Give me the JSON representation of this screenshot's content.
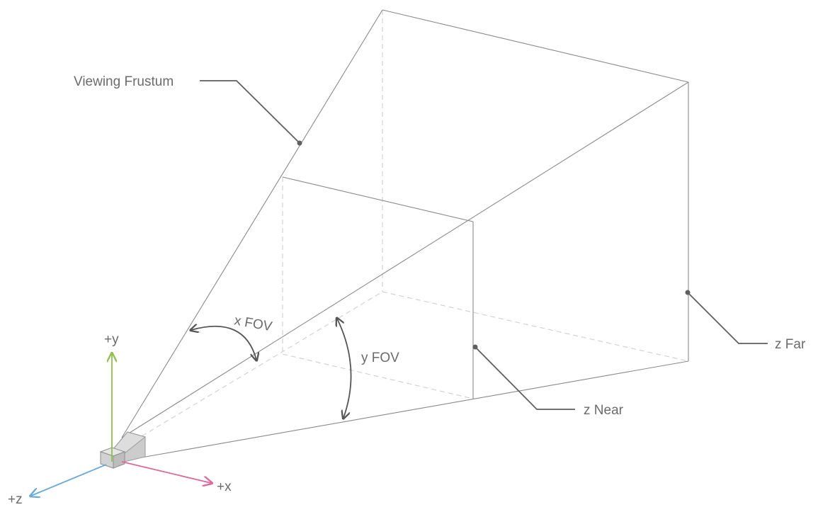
{
  "labels": {
    "viewing_frustum": "Viewing Frustum",
    "x_fov": "x FOV",
    "y_fov": "y FOV",
    "z_near": "z Near",
    "z_far": "z Far",
    "axis_y": "+y",
    "axis_x": "+x",
    "axis_z": "+z"
  },
  "colors": {
    "axis_y": "#8fbf4d",
    "axis_x": "#e0679a",
    "axis_z": "#6aaad6",
    "frustum_line": "#8a8a8a",
    "hidden_line": "#cfcfcf",
    "leader_line": "#5f5f5f",
    "label_text": "#6b6b6b",
    "camera_fill": "#cccccc"
  },
  "icons": {
    "camera": "camera-body-icon"
  }
}
